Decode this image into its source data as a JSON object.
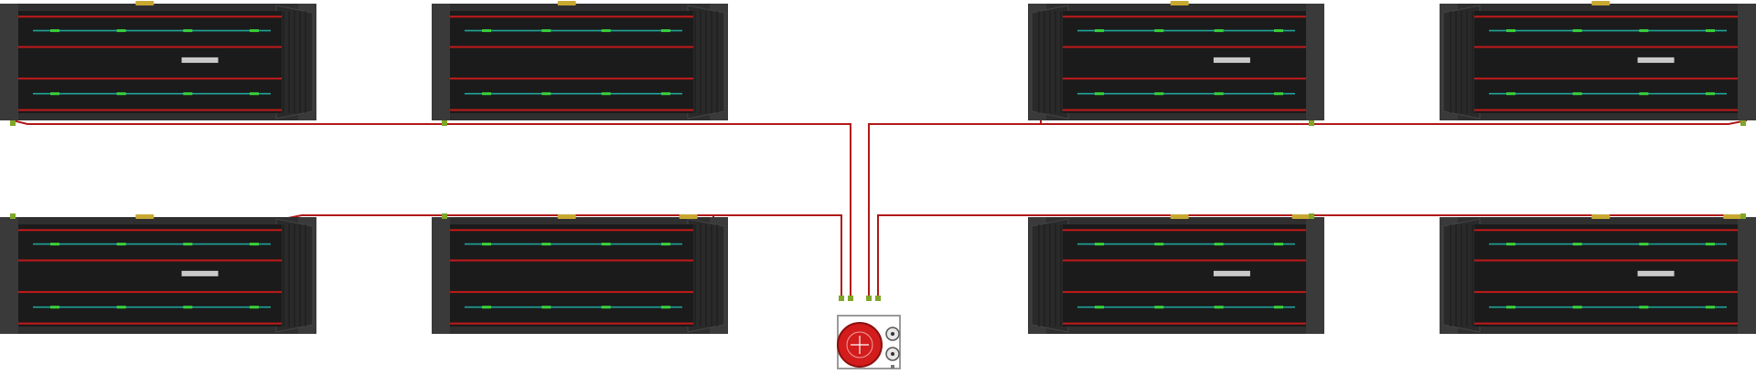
{
  "colors": {
    "background": "#ffffff",
    "container_body": "#1b1b1b",
    "container_frame": "#2f2f2f",
    "container_end": "#3a3a3a",
    "shelf_red": "#c21a1a",
    "pipe_red": "#b01818",
    "teal_line": "#1fa39a",
    "green_nozzle": "#39d139",
    "brass_cap": "#c8a830",
    "fitting_green": "#7fa628",
    "label_panel": "#c9c9c9",
    "tank_red": "#d31c1c",
    "skid_gray": "#9a9a9a"
  },
  "diagram": {
    "containers": [
      {
        "id": "top-1",
        "row": "top",
        "label_panel": true,
        "brass_caps": 1
      },
      {
        "id": "top-2",
        "row": "top",
        "label_panel": false,
        "brass_caps": 1
      },
      {
        "id": "top-3",
        "row": "top",
        "label_panel": true,
        "brass_caps": 1
      },
      {
        "id": "top-4",
        "row": "top",
        "label_panel": true,
        "brass_caps": 1
      },
      {
        "id": "bottom-1",
        "row": "bottom",
        "label_panel": true,
        "brass_caps": 1
      },
      {
        "id": "bottom-2",
        "row": "bottom",
        "label_panel": false,
        "brass_caps": 2
      },
      {
        "id": "bottom-3",
        "row": "bottom",
        "label_panel": true,
        "brass_caps": 2
      },
      {
        "id": "bottom-4",
        "row": "bottom",
        "label_panel": true,
        "brass_caps": 2
      }
    ],
    "nozzles_per_line": 4,
    "teal_lines_per_container": 2,
    "red_shelves_per_container": 4,
    "supply_unit": {
      "icon": "fire-suppression-tank-icon",
      "gauges": 2
    },
    "pipe_runs": 4
  }
}
